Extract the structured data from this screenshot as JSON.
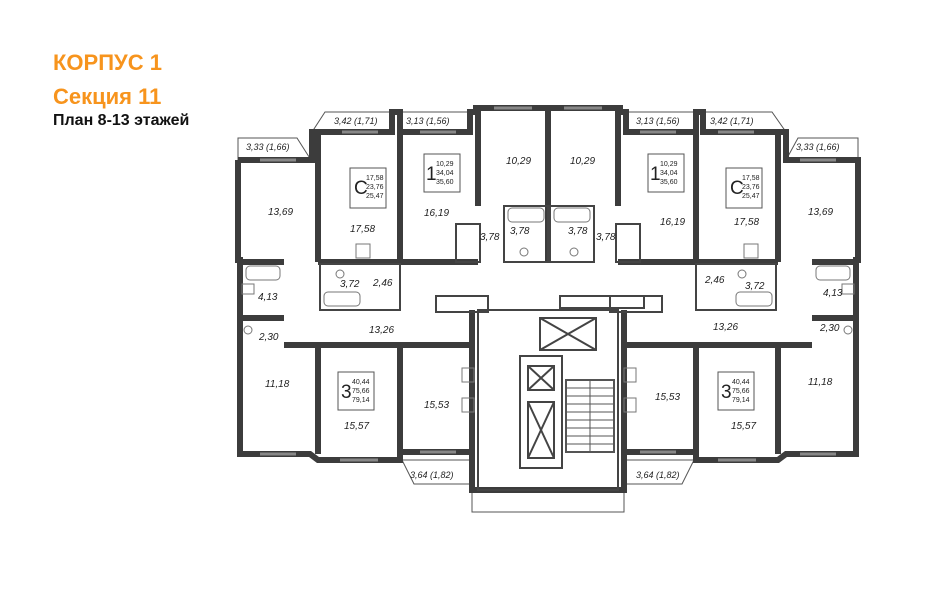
{
  "header": {
    "building": "КОРПУС 1",
    "section": "Секция 11",
    "plan": "План 8-13 этажей"
  },
  "colors": {
    "accent": "#f7941d",
    "walls": "#3c3c3c",
    "fixtures": "#777777"
  },
  "apartments": {
    "nw": {
      "type": "С",
      "v1": "17,58",
      "v2": "23,76",
      "v3": "25,47"
    },
    "nc": {
      "type": "1",
      "v1": "10,29",
      "v2": "34,04",
      "v3": "35,60"
    },
    "ne_c": {
      "type": "1",
      "v1": "10,29",
      "v2": "34,04",
      "v3": "35,60"
    },
    "ne": {
      "type": "С",
      "v1": "17,58",
      "v2": "23,76",
      "v3": "25,47"
    },
    "sw": {
      "type": "3",
      "v1": "40,44",
      "v2": "75,66",
      "v3": "79,14"
    },
    "se": {
      "type": "3",
      "v1": "40,44",
      "v2": "75,66",
      "v3": "79,14"
    }
  },
  "rooms": {
    "bal_top_l1": "3,42 (1,71)",
    "bal_top_l2": "3,13 (1,56)",
    "bal_top_r2": "3,13 (1,56)",
    "bal_top_r1": "3,42 (1,71)",
    "bal_left": "3,33 (1,66)",
    "bal_right": "3,33 (1,66)",
    "bal_bot_l": "3,64 (1,82)",
    "bal_bot_r": "3,64 (1,82)",
    "r_13_69_l": "13,69",
    "r_13_69_r": "13,69",
    "r_17_58_l": "17,58",
    "r_17_58_r": "17,58",
    "r_16_19_l": "16,19",
    "r_16_19_r": "16,19",
    "r_10_29_l": "10,29",
    "r_10_29_r": "10,29",
    "r_3_78_a": "3,78",
    "r_3_78_b": "3,78",
    "r_3_78_c": "3,78",
    "r_3_78_d": "3,78",
    "r_3_72_l": "3,72",
    "r_3_72_r": "3,72",
    "r_2_46_l": "2,46",
    "r_2_46_r": "2,46",
    "r_4_13_l": "4,13",
    "r_4_13_r": "4,13",
    "r_2_30_l": "2,30",
    "r_2_30_r": "2,30",
    "r_13_26_l": "13,26",
    "r_13_26_r": "13,26",
    "r_11_18_l": "11,18",
    "r_11_18_r": "11,18",
    "r_15_57_l": "15,57",
    "r_15_57_r": "15,57",
    "r_15_53_l": "15,53",
    "r_15_53_r": "15,53"
  }
}
